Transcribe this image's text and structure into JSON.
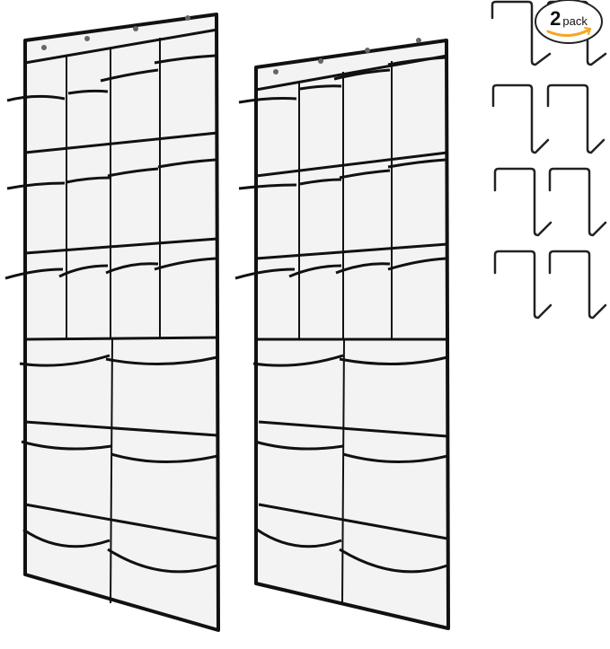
{
  "image": {
    "description": "Two clear over-the-door shoe organizers with black trim and a set of eight over-door metal hooks",
    "background_color": "#ffffff"
  },
  "organizers": [
    {
      "name": "organizer-left",
      "label_tag": "",
      "rows_small": 3,
      "cols_small": 4,
      "rows_large": 3,
      "cols_large": 2
    },
    {
      "name": "organizer-right",
      "label_tag": "",
      "rows_small": 3,
      "cols_small": 4,
      "rows_large": 3,
      "cols_large": 2
    }
  ],
  "hooks": {
    "count": 8,
    "color": "#222222"
  },
  "badge": {
    "number": "2",
    "word": "pack",
    "smile_color": "#f5a623",
    "border_color": "#222222"
  },
  "colors": {
    "trim": "#111111",
    "pocket": "#f4f4f4",
    "pocket_shade": "#e6e6e6"
  }
}
